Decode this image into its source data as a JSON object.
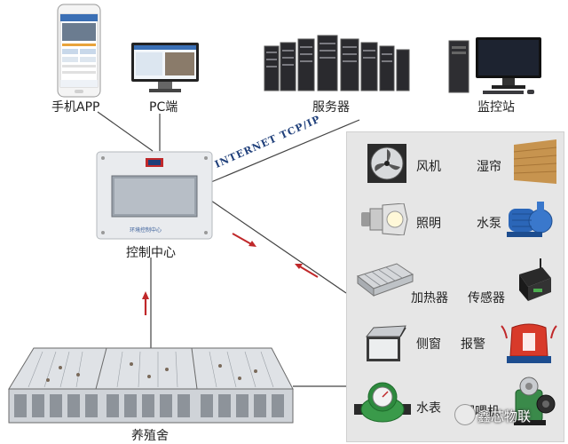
{
  "endpoints": {
    "phone": "手机APP",
    "pc": "PC端",
    "server": "服务器",
    "monitor": "监控站"
  },
  "network": "INTERNET  TCP/IP",
  "controller": {
    "label": "控制中心",
    "screen_text": "环境控制中心"
  },
  "house": "养殖舍",
  "devices": {
    "fan": "风机",
    "wet_curtain": "湿帘",
    "lighting": "照明",
    "pump": "水泵",
    "heater": "加热器",
    "sensor": "传感器",
    "side_window": "侧窗",
    "alarm": "报警",
    "water_meter": "水表",
    "feeder": "饲喂机"
  },
  "watermark": "鑫芯物联",
  "colors": {
    "arrow_red": "#c0282a",
    "network_blue": "#1f3f7a",
    "panel_bg": "#e6e6e6"
  }
}
